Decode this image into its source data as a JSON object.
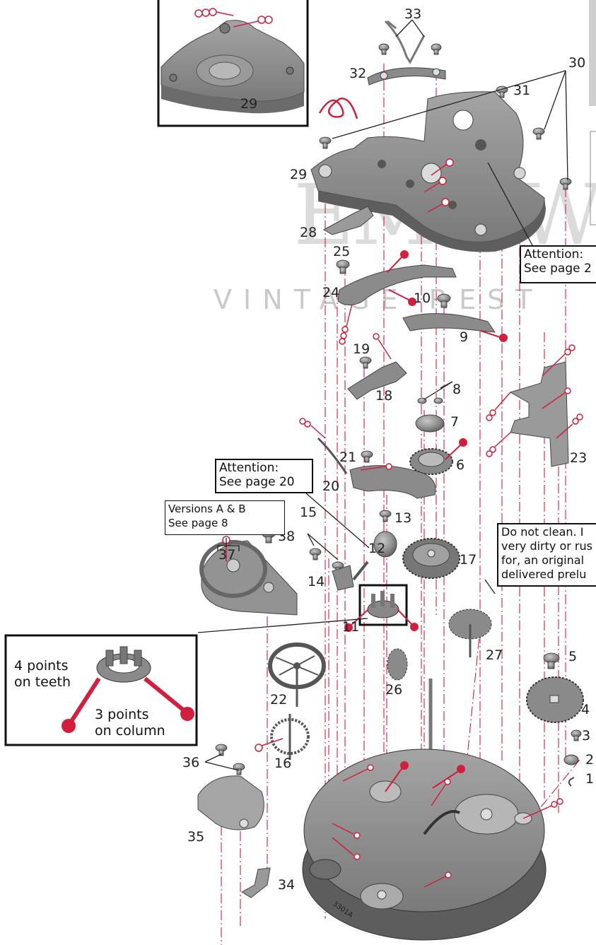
{
  "watermark": {
    "main": "EMWW",
    "sub": "VINTAGE REST"
  },
  "inset_29_label": "29",
  "callouts": {
    "attention_20": {
      "line1": "Attention:",
      "line2": "See page 20"
    },
    "attention_right": {
      "line1": "Attention:",
      "line2": "See page 2"
    },
    "versions": {
      "line1": "Versions A & B",
      "line2": "See page 8"
    },
    "do_not_clean": {
      "line1": "Do not clean. I",
      "line2": "very dirty or rus",
      "line3": "for, an original",
      "line4": "delivered prelu"
    }
  },
  "legend": {
    "teeth": "4 points\non teeth",
    "column": "3 points\non column"
  },
  "engraving": "3301A",
  "parts": [
    {
      "id": "33",
      "label": "33"
    },
    {
      "id": "32",
      "label": "32"
    },
    {
      "id": "31",
      "label": "31"
    },
    {
      "id": "30",
      "label": "30"
    },
    {
      "id": "29",
      "label": "29"
    },
    {
      "id": "28",
      "label": "28"
    },
    {
      "id": "25",
      "label": "25"
    },
    {
      "id": "24",
      "label": "24"
    },
    {
      "id": "10",
      "label": "10"
    },
    {
      "id": "9",
      "label": "9"
    },
    {
      "id": "19",
      "label": "19"
    },
    {
      "id": "18",
      "label": "18"
    },
    {
      "id": "8",
      "label": "8"
    },
    {
      "id": "7",
      "label": "7"
    },
    {
      "id": "6",
      "label": "6"
    },
    {
      "id": "23",
      "label": "23"
    },
    {
      "id": "21",
      "label": "21"
    },
    {
      "id": "20",
      "label": "20"
    },
    {
      "id": "13",
      "label": "13"
    },
    {
      "id": "12",
      "label": "12"
    },
    {
      "id": "15",
      "label": "15"
    },
    {
      "id": "14",
      "label": "14"
    },
    {
      "id": "37",
      "label": "37"
    },
    {
      "id": "38",
      "label": "38"
    },
    {
      "id": "17",
      "label": "17"
    },
    {
      "id": "11",
      "label": "11"
    },
    {
      "id": "27",
      "label": "27"
    },
    {
      "id": "26",
      "label": "26"
    },
    {
      "id": "22",
      "label": "22"
    },
    {
      "id": "5",
      "label": "5"
    },
    {
      "id": "4",
      "label": "4"
    },
    {
      "id": "3",
      "label": "3"
    },
    {
      "id": "2",
      "label": "2"
    },
    {
      "id": "1",
      "label": "1"
    },
    {
      "id": "16",
      "label": "16"
    },
    {
      "id": "36",
      "label": "36"
    },
    {
      "id": "35",
      "label": "35"
    },
    {
      "id": "34",
      "label": "34"
    }
  ],
  "colors": {
    "part_fill": "#8e8e8e",
    "part_dark": "#6a6a6a",
    "part_light": "#bdbdbd",
    "oil": "#d1203d",
    "guide": "#d1203d",
    "outline": "#222222"
  }
}
